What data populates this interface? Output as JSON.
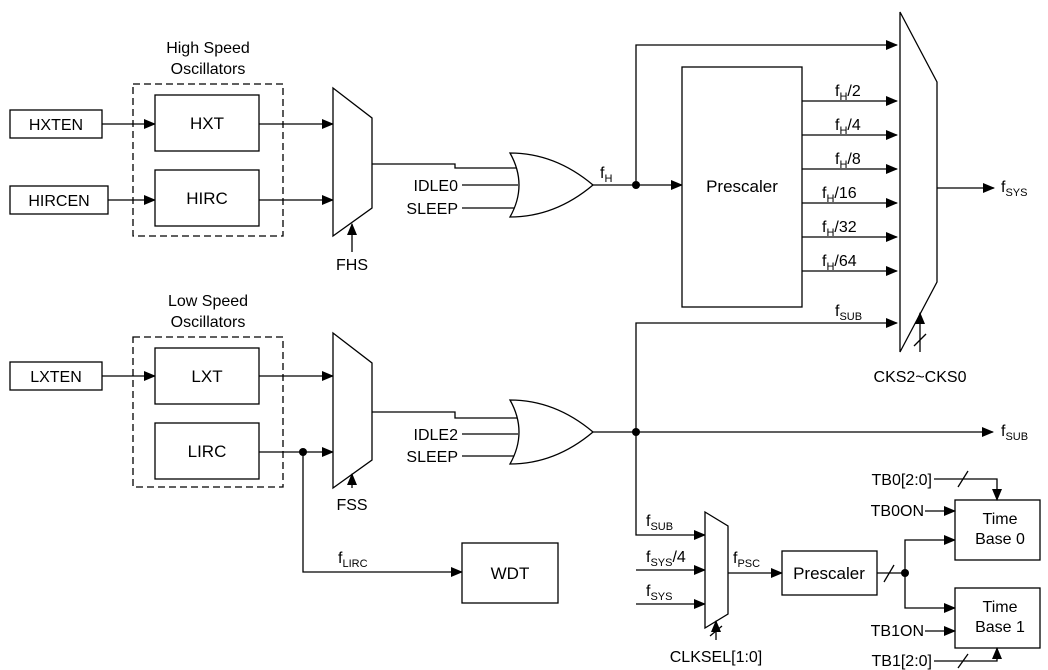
{
  "high_speed": {
    "group_line1": "High Speed",
    "group_line2": "Oscillators",
    "hxten": "HXTEN",
    "hircen": "HIRCEN",
    "hxt": "HXT",
    "hirc": "HIRC",
    "fhs": "FHS",
    "idle0": "IDLE0",
    "sleep": "SLEEP",
    "fh": "f",
    "fh_sub": "H"
  },
  "prescaler_main": {
    "label": "Prescaler",
    "outputs": [
      "/2",
      "/4",
      "/8",
      "/16",
      "/32",
      "/64"
    ],
    "f": "f",
    "sub": "H"
  },
  "sys_mux": {
    "fsub_in": "f",
    "fsub_in_sub": "SUB",
    "fsys_out": "f",
    "fsys_out_sub": "SYS",
    "select": "CKS2~CKS0"
  },
  "low_speed": {
    "group_line1": "Low Speed",
    "group_line2": "Oscillators",
    "lxten": "LXTEN",
    "lxt": "LXT",
    "lirc": "LIRC",
    "fss": "FSS",
    "idle2": "IDLE2",
    "sleep": "SLEEP",
    "fsub_out": "f",
    "fsub_out_sub": "SUB"
  },
  "wdt": {
    "label": "WDT",
    "flirc": "f",
    "flirc_sub": "LIRC"
  },
  "timebase": {
    "fsub": "f",
    "fsub_sub": "SUB",
    "fsys4": "f",
    "fsys4_sub": "SYS",
    "fsys4_suffix": "/4",
    "fsys": "f",
    "fsys_sub": "SYS",
    "fpsc": "f",
    "fpsc_sub": "PSC",
    "clksel": "CLKSEL[1:0]",
    "prescaler": "Prescaler",
    "tb0_bits": "TB0[2:0]",
    "tb0on": "TB0ON",
    "tb0_line1": "Time",
    "tb0_line2": "Base 0",
    "tb1on": "TB1ON",
    "tb1_line1": "Time",
    "tb1_line2": "Base 1",
    "tb1_bits": "TB1[2:0]"
  }
}
